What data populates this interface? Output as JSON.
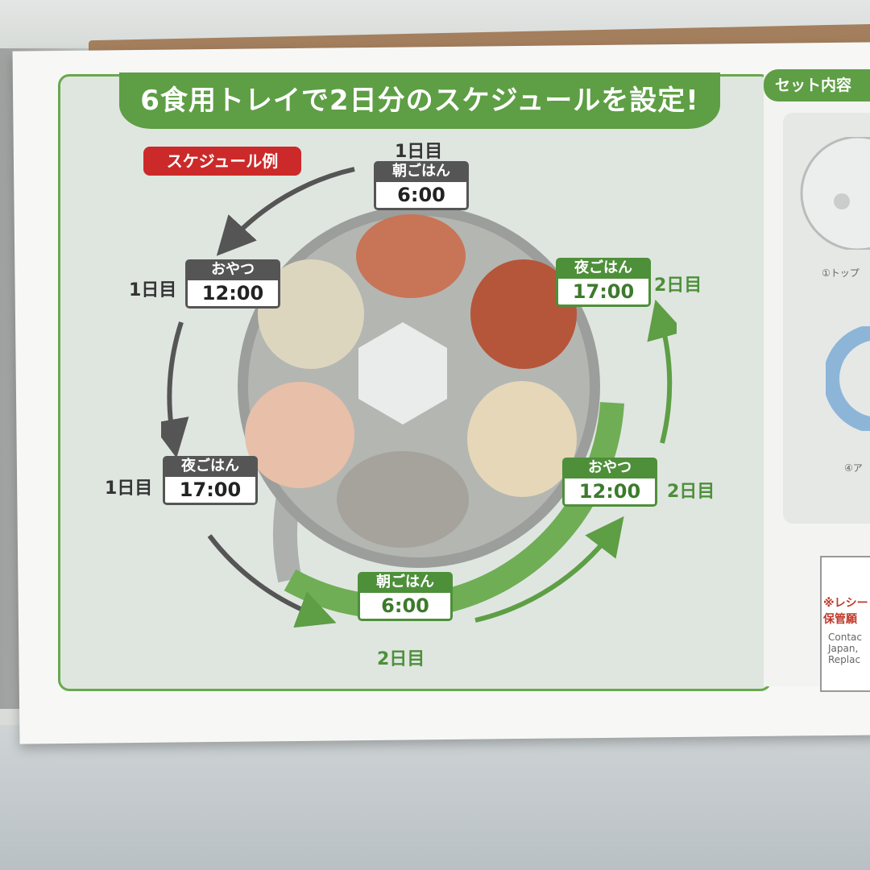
{
  "headline": "6食用トレイで2日分のスケジュールを設定!",
  "example_badge": "スケジュール例",
  "colors": {
    "brand_green": "#5e9e45",
    "badge_red": "#cc2a2a",
    "gray_tag": "#555555"
  },
  "day_labels": {
    "d1_top": "1日目",
    "d1_left": "1日目",
    "d1_bottom_left": "1日目",
    "d2_right_top": "2日目",
    "d2_right_bottom": "2日目",
    "d2_bottom": "2日目"
  },
  "schedule": [
    {
      "meal": "朝ごはん",
      "time": "6:00"
    },
    {
      "meal": "おやつ",
      "time": "12:00"
    },
    {
      "meal": "夜ごはん",
      "time": "17:00"
    },
    {
      "meal": "夜ごはん",
      "time": "17:00"
    },
    {
      "meal": "おやつ",
      "time": "12:00"
    },
    {
      "meal": "朝ごはん",
      "time": "6:00"
    }
  ],
  "side": {
    "header": "セット内容",
    "item1": "①トップ",
    "item2": "④ア",
    "note_red1": "※レシー",
    "note_red2": "保管願",
    "note_en1": "Contac",
    "note_en2": "Japan,",
    "note_en3": "Replac"
  }
}
